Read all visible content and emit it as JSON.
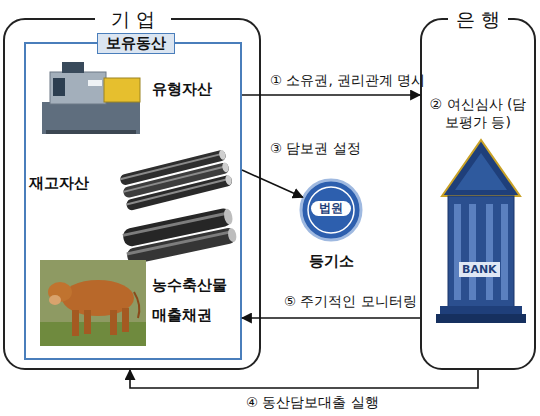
{
  "diagram": {
    "nodes": [
      {
        "text": [
          "기 업"
        ]
      },
      {
        "text": [
          "보유동산",
          "유형자산",
          "재고자산",
          "농수축산물",
          "매출채권"
        ],
        "in": 0
      },
      {
        "text": [
          "법원",
          "등기소"
        ]
      },
      {
        "text": [
          "은 행",
          "② 여신심사 (담보평가 등)"
        ]
      }
    ],
    "edges": [
      {
        "from": 1,
        "to": 3,
        "label": "① 소유권, 권리관계 명시",
        "arrow": "to"
      },
      {
        "from": 1,
        "to": 2,
        "label": "③ 담보권 설정",
        "arrow": "to"
      },
      {
        "from": 3,
        "to": 1,
        "label": "⑤ 주기적인 모니터링",
        "arrow": "to"
      },
      {
        "from": 3,
        "to": 0,
        "label": "④ 동산담보대출 실행",
        "arrow": "to"
      }
    ],
    "labels": [
      "BANK"
    ]
  }
}
